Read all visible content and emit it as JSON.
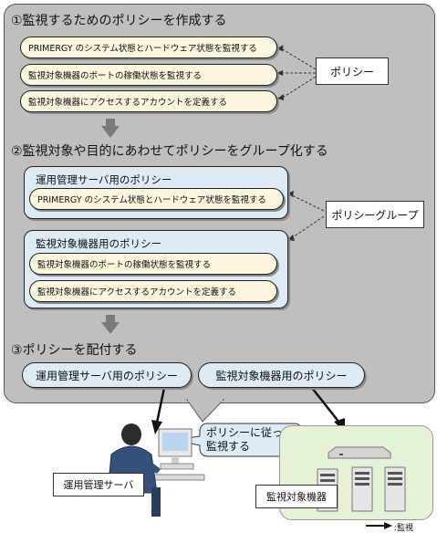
{
  "steps": {
    "step1": "①監視するためのポリシーを作成する",
    "step2": "②監視対象や目的にあわせてポリシーをグループ化する",
    "step3": "③ポリシーを配付する"
  },
  "policies": [
    "PRIMERGY のシステム状態とハードウェア状態を監視する",
    "監視対象機器のポートの稼働状態を監視する",
    "監視対象機器にアクセスするアカウントを定義する"
  ],
  "labels": {
    "policy": "ポリシー",
    "policy_group": "ポリシーグループ"
  },
  "groups": [
    {
      "title": "運用管理サーバ用のポリシー",
      "items": [
        "PRIMERGY のシステム状態とハードウェア状態を監視する"
      ]
    },
    {
      "title": "監視対象機器用のポリシー",
      "items": [
        "監視対象機器のポートの稼働状態を監視する",
        "監視対象機器にアクセスするアカウントを定義する"
      ]
    }
  ],
  "distribution": {
    "server_policy": "運用管理サーバ用のポリシー",
    "device_policy": "監視対象機器用のポリシー"
  },
  "callout": {
    "line1": "ポリシーに従って",
    "line2": "監視する"
  },
  "bottom": {
    "server_label": "運用管理サーバ",
    "devices_label": "監視対象機器",
    "legend": ":監視"
  }
}
